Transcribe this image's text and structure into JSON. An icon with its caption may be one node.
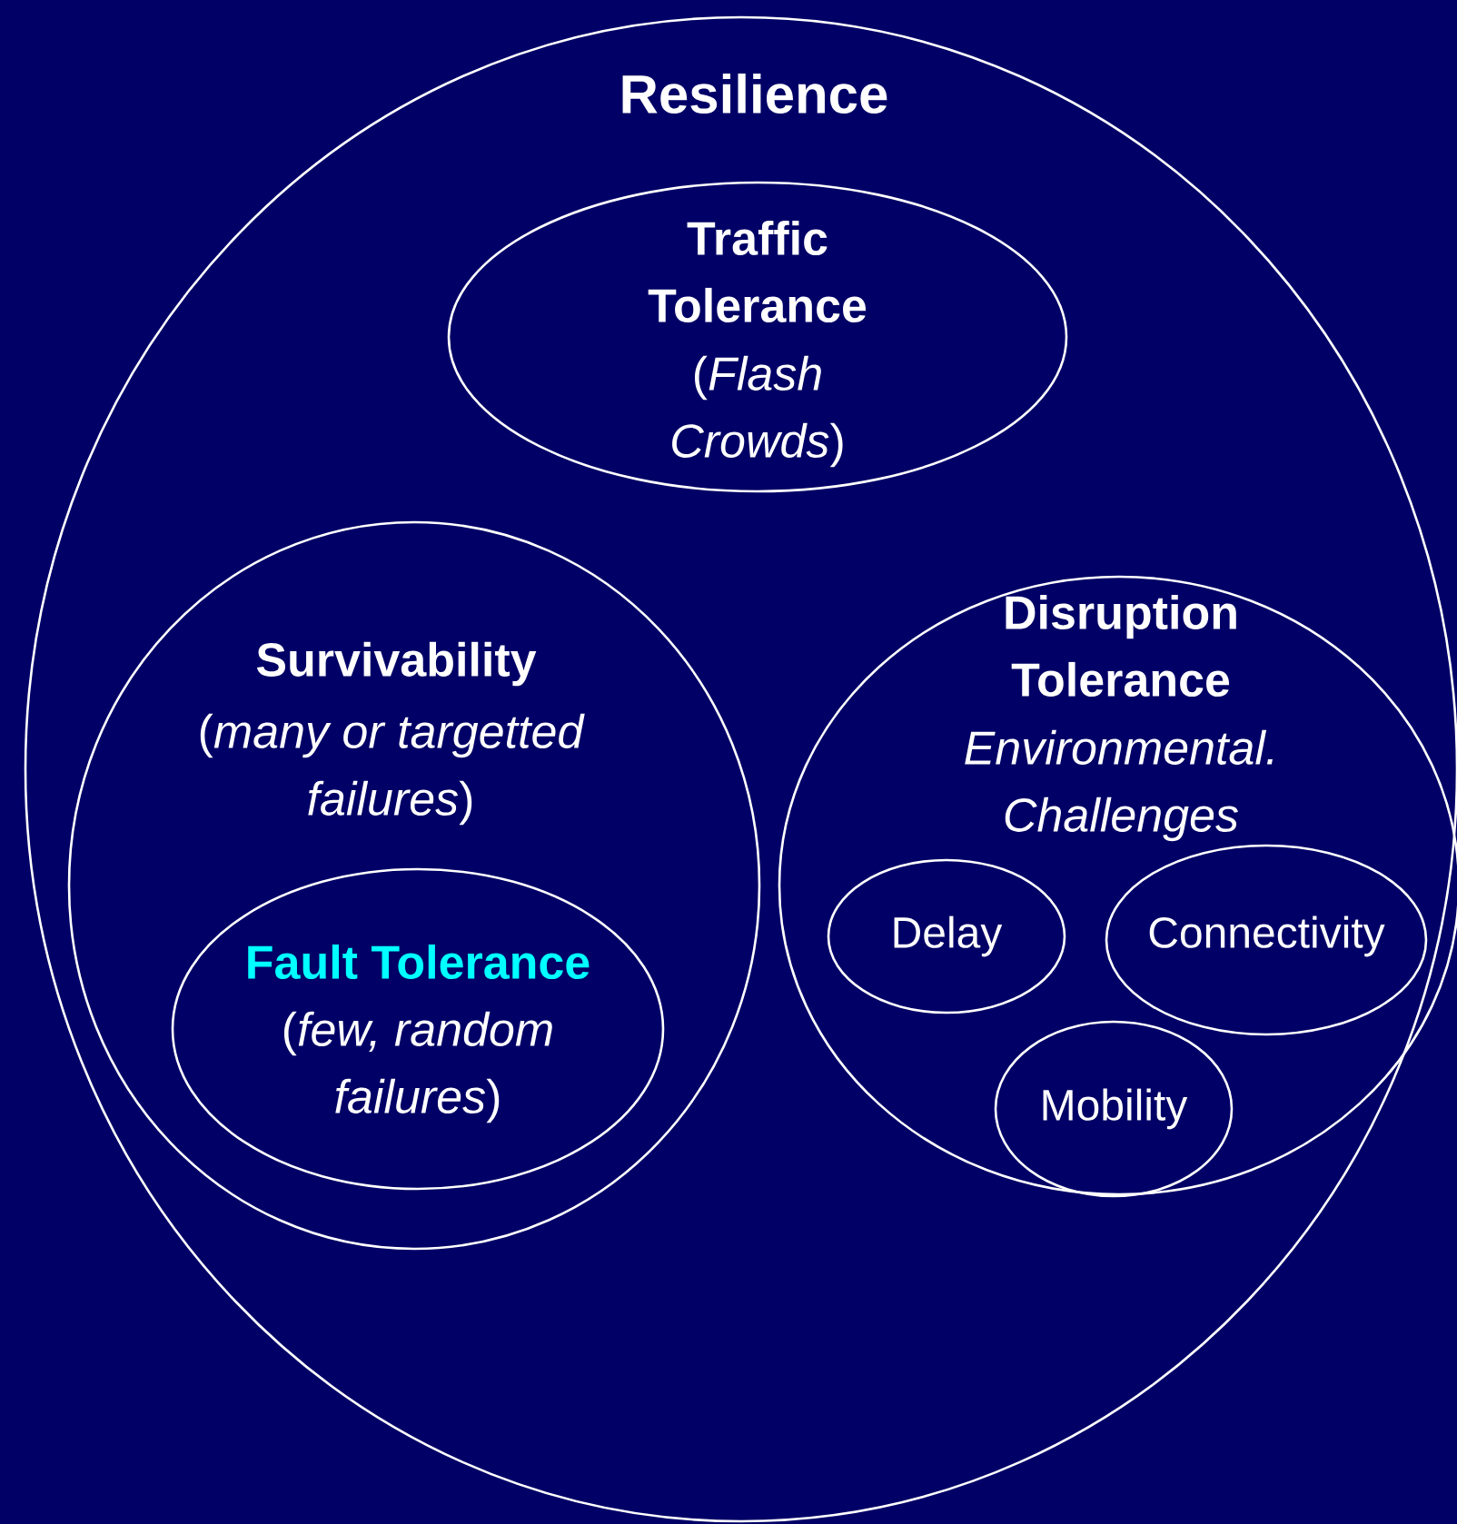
{
  "diagram": {
    "nodes": [
      {
        "text": [
          "Resilience"
        ]
      },
      {
        "text": [
          "Traffic Tolerance",
          "(*Flash Crowds*)"
        ],
        "in": 0
      },
      {
        "text": [
          "Survivability",
          "(*many or targetted failures*)"
        ],
        "in": 0
      },
      {
        "text": [
          "Fault Tolerance",
          "(*few, random failures*)"
        ],
        "in": 2
      },
      {
        "text": [
          "Disruption Tolerance",
          "Environmental. Challenges"
        ],
        "in": 0
      },
      {
        "text": [
          "Delay"
        ],
        "in": 4
      },
      {
        "text": [
          "Connectivity"
        ],
        "in": 4
      },
      {
        "text": [
          "Mobility"
        ],
        "in": 4
      }
    ]
  }
}
